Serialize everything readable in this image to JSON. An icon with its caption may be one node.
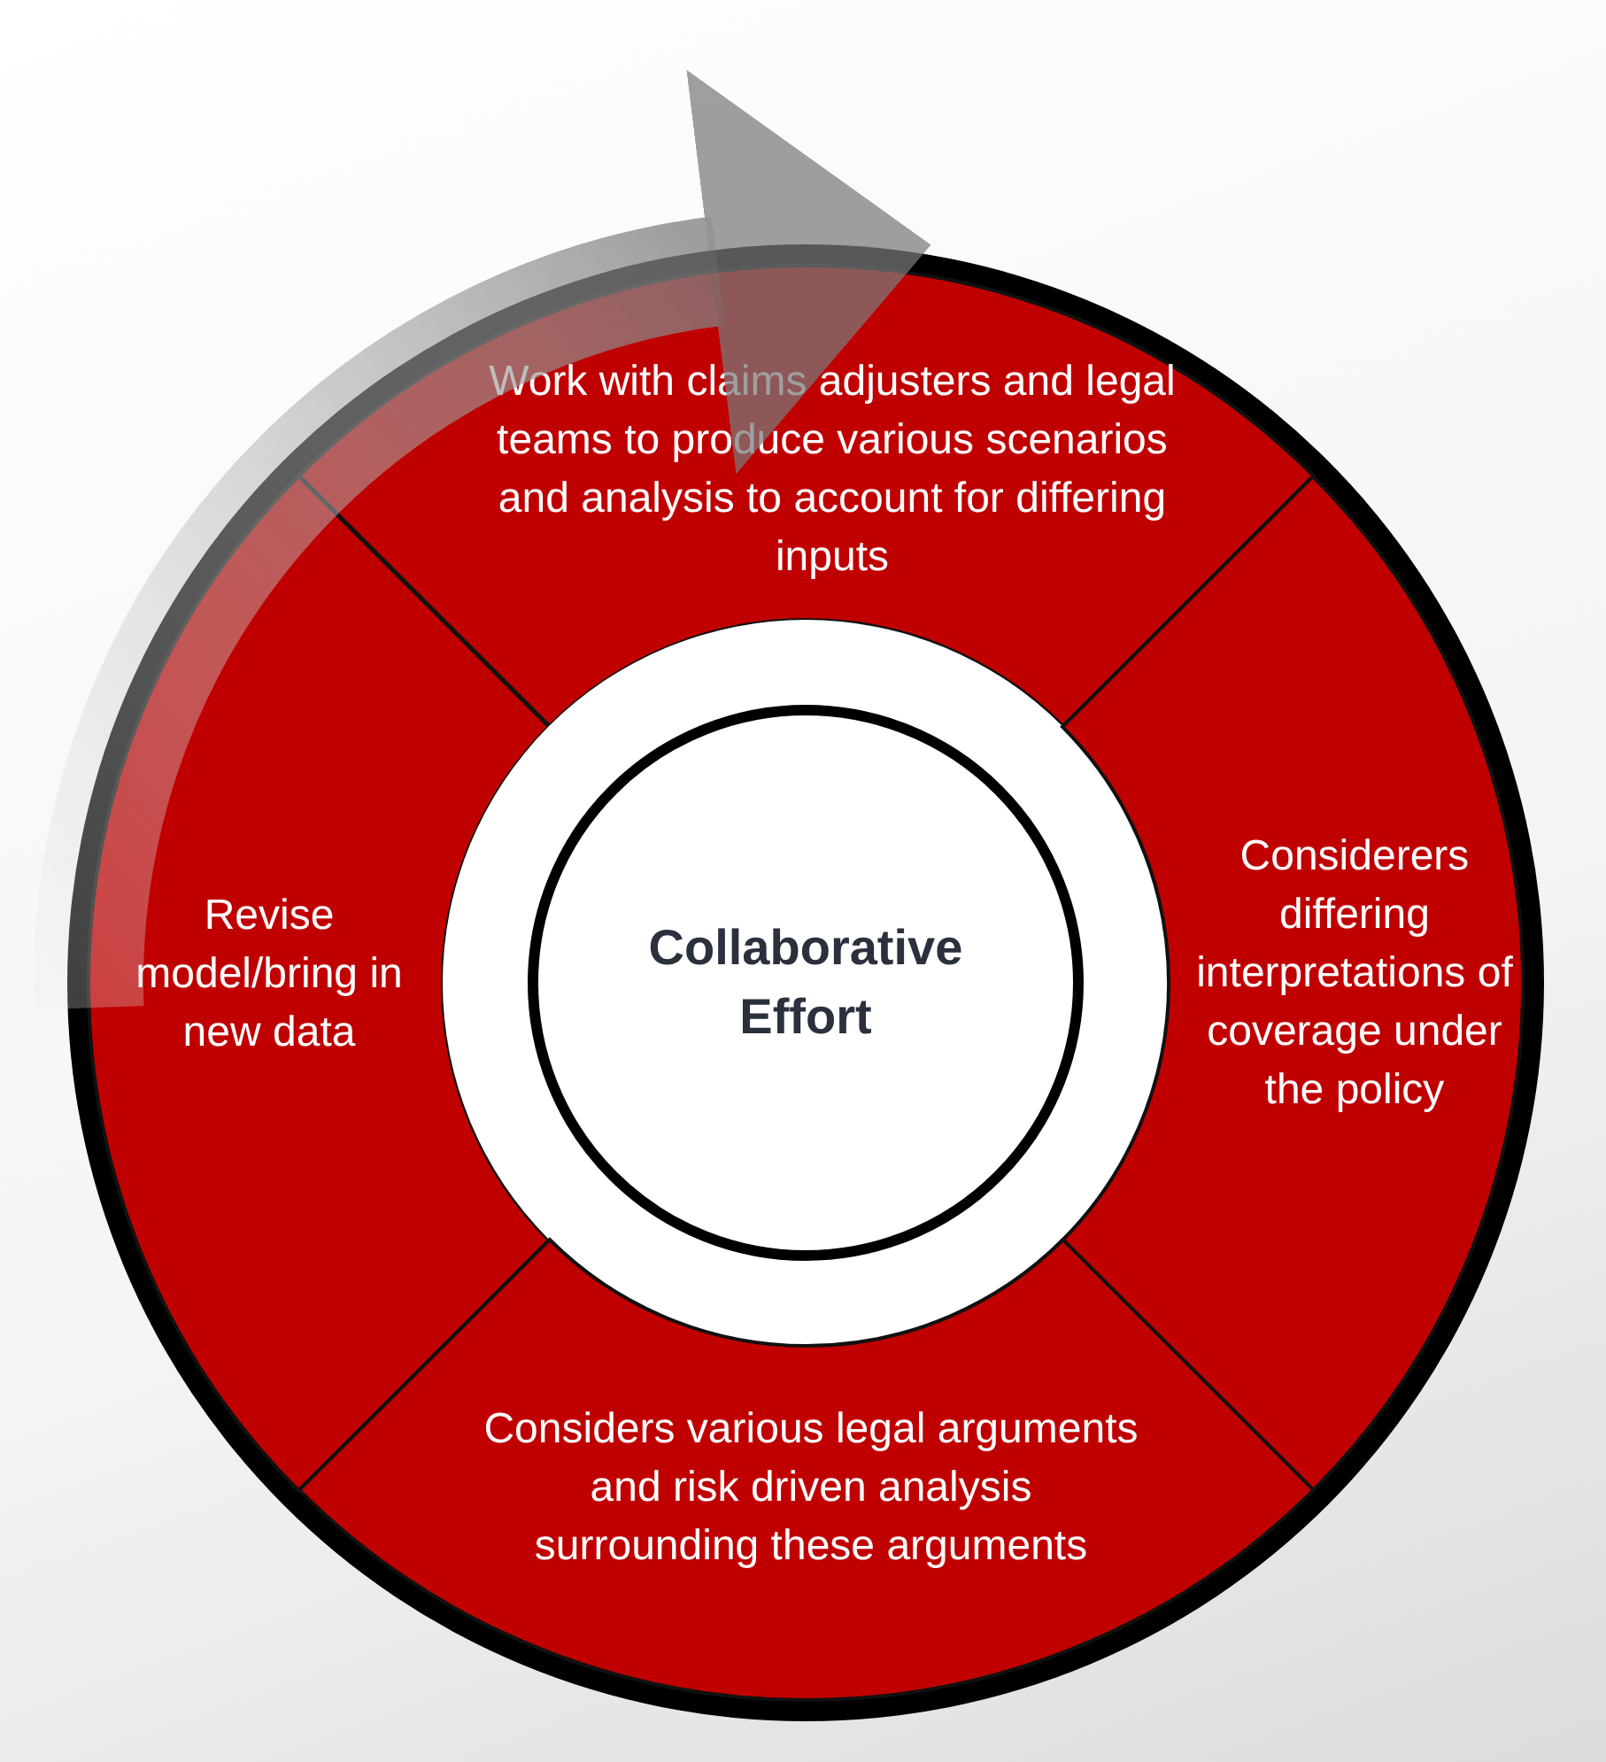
{
  "diagram": {
    "nodes": [
      {
        "text": [
          "Work with claims adjusters and legal teams to produce various scenarios and analysis to account for differing inputs"
        ]
      },
      {
        "text": [
          "Revise model/bring in new data"
        ]
      },
      {
        "text": [
          "Collaborative Effort"
        ]
      },
      {
        "text": [
          "Considerers differing interpretations of coverage under the policy"
        ]
      },
      {
        "text": [
          "Considers various legal arguments and risk driven analysis surrounding these arguments"
        ]
      }
    ],
    "edges": [
      {
        "from": 1,
        "to": 0,
        "arrow": "to"
      }
    ]
  }
}
